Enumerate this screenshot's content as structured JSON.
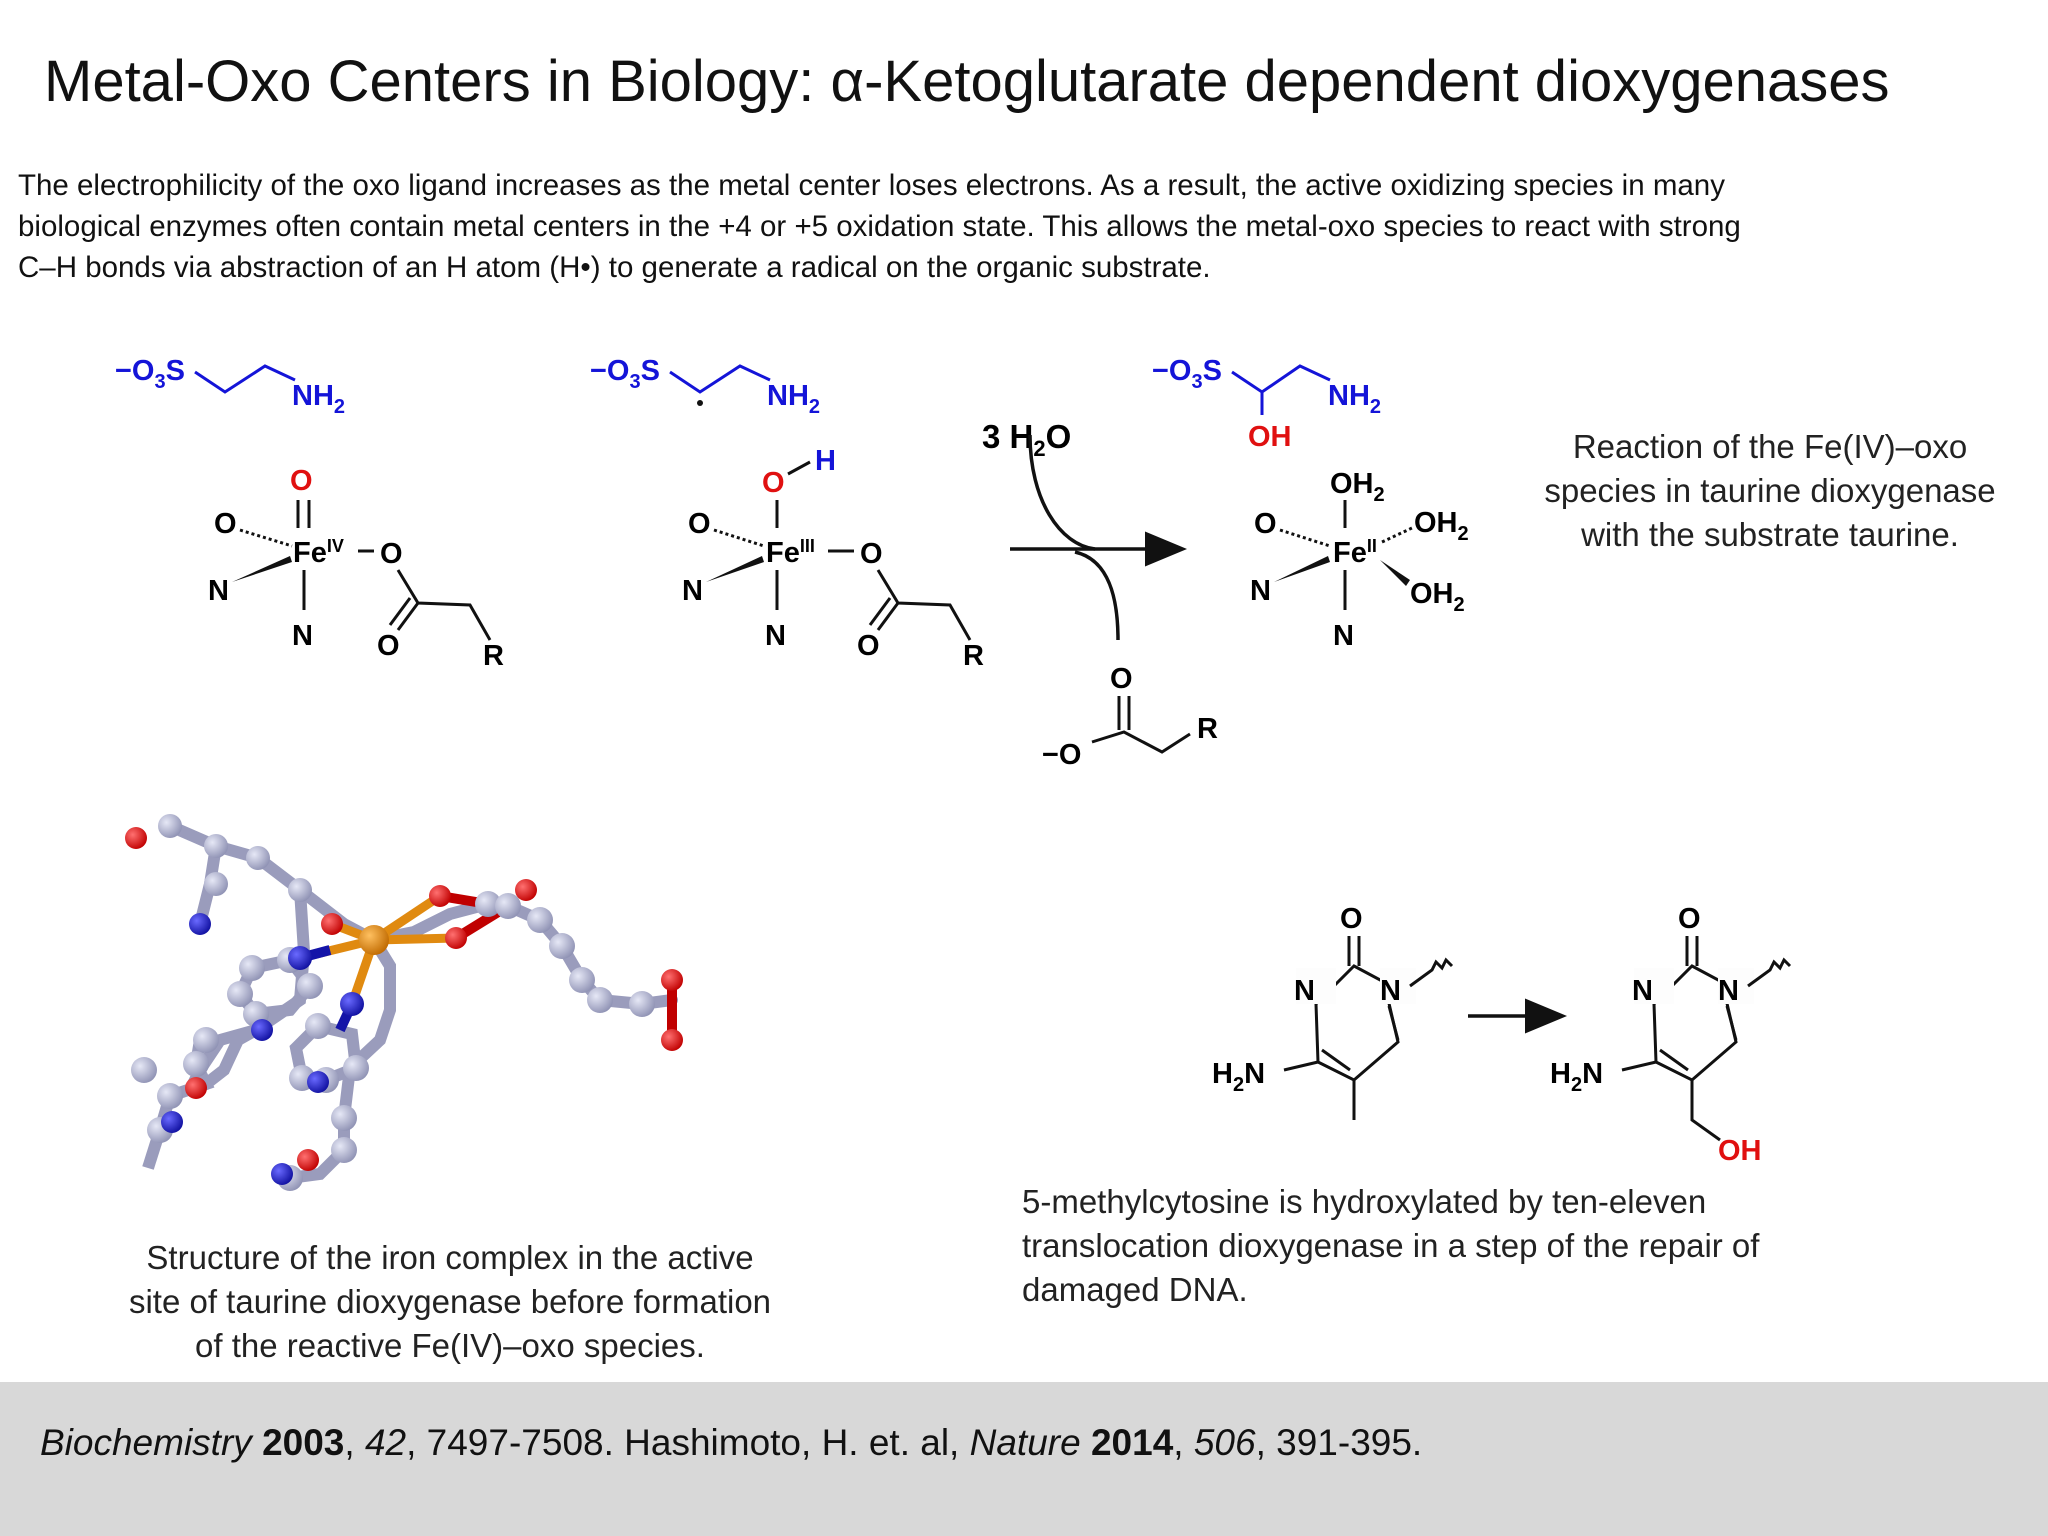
{
  "title": "Metal-Oxo Centers in Biology: α-Ketoglutarate dependent dioxygenases",
  "intro": {
    "line1": "The electrophilicity of the oxo ligand increases as the metal center loses electrons. As a result, the active oxidizing species in many",
    "line2": "biological enzymes often contain metal centers in the +4 or +5 oxidation state. This allows the metal-oxo species to react with strong",
    "line3": "C–H bonds via abstraction of an H atom (H•) to generate a radical on the organic substrate."
  },
  "scheme": {
    "substrate_left": "S",
    "so3_prefix": "−O",
    "so3_sub": "3",
    "nh2": "NH",
    "sub2": "2",
    "oh_product": "OH",
    "water_label": "3 H",
    "water_o": "O",
    "oxo_o": "O",
    "hydroxo_h": "H",
    "ligand_o": "O",
    "ligand_n": "N",
    "fe": "Fe",
    "fe_iv": "IV",
    "fe_iii": "III",
    "fe_ii": "II",
    "oh2": "OH",
    "r_group": "R",
    "carboxylate_minus": "−O",
    "cytosine_n": "N",
    "cytosine_o": "O",
    "h2n": "H",
    "oh_red": "OH"
  },
  "captions": {
    "right": "Reaction of the Fe(IV)–oxo species in taurine dioxygenase with the substrate taurine.",
    "left_line1": "Structure of the iron complex in the active",
    "left_line2": "site of taurine dioxygenase before formation",
    "left_line3": "of the reactive Fe(IV)–oxo species.",
    "bottom_line1": "5-methylcytosine is hydroxylated by ten-eleven",
    "bottom_line2": "translocation dioxygenase in a step of the repair of",
    "bottom_line3": "damaged DNA."
  },
  "footer": {
    "j1": "Biochemistry",
    "y1": "2003",
    "v1": "42",
    "p1": ", 7497-7508. Hashimoto, H. et. al, ",
    "j2": "Nature",
    "y2": "2014",
    "v2": "506",
    "p2": ", 391-395."
  },
  "colors": {
    "blue": "#1414d8",
    "red": "#e01010",
    "ball": "#a8aac8",
    "iron": "#e08a10"
  }
}
